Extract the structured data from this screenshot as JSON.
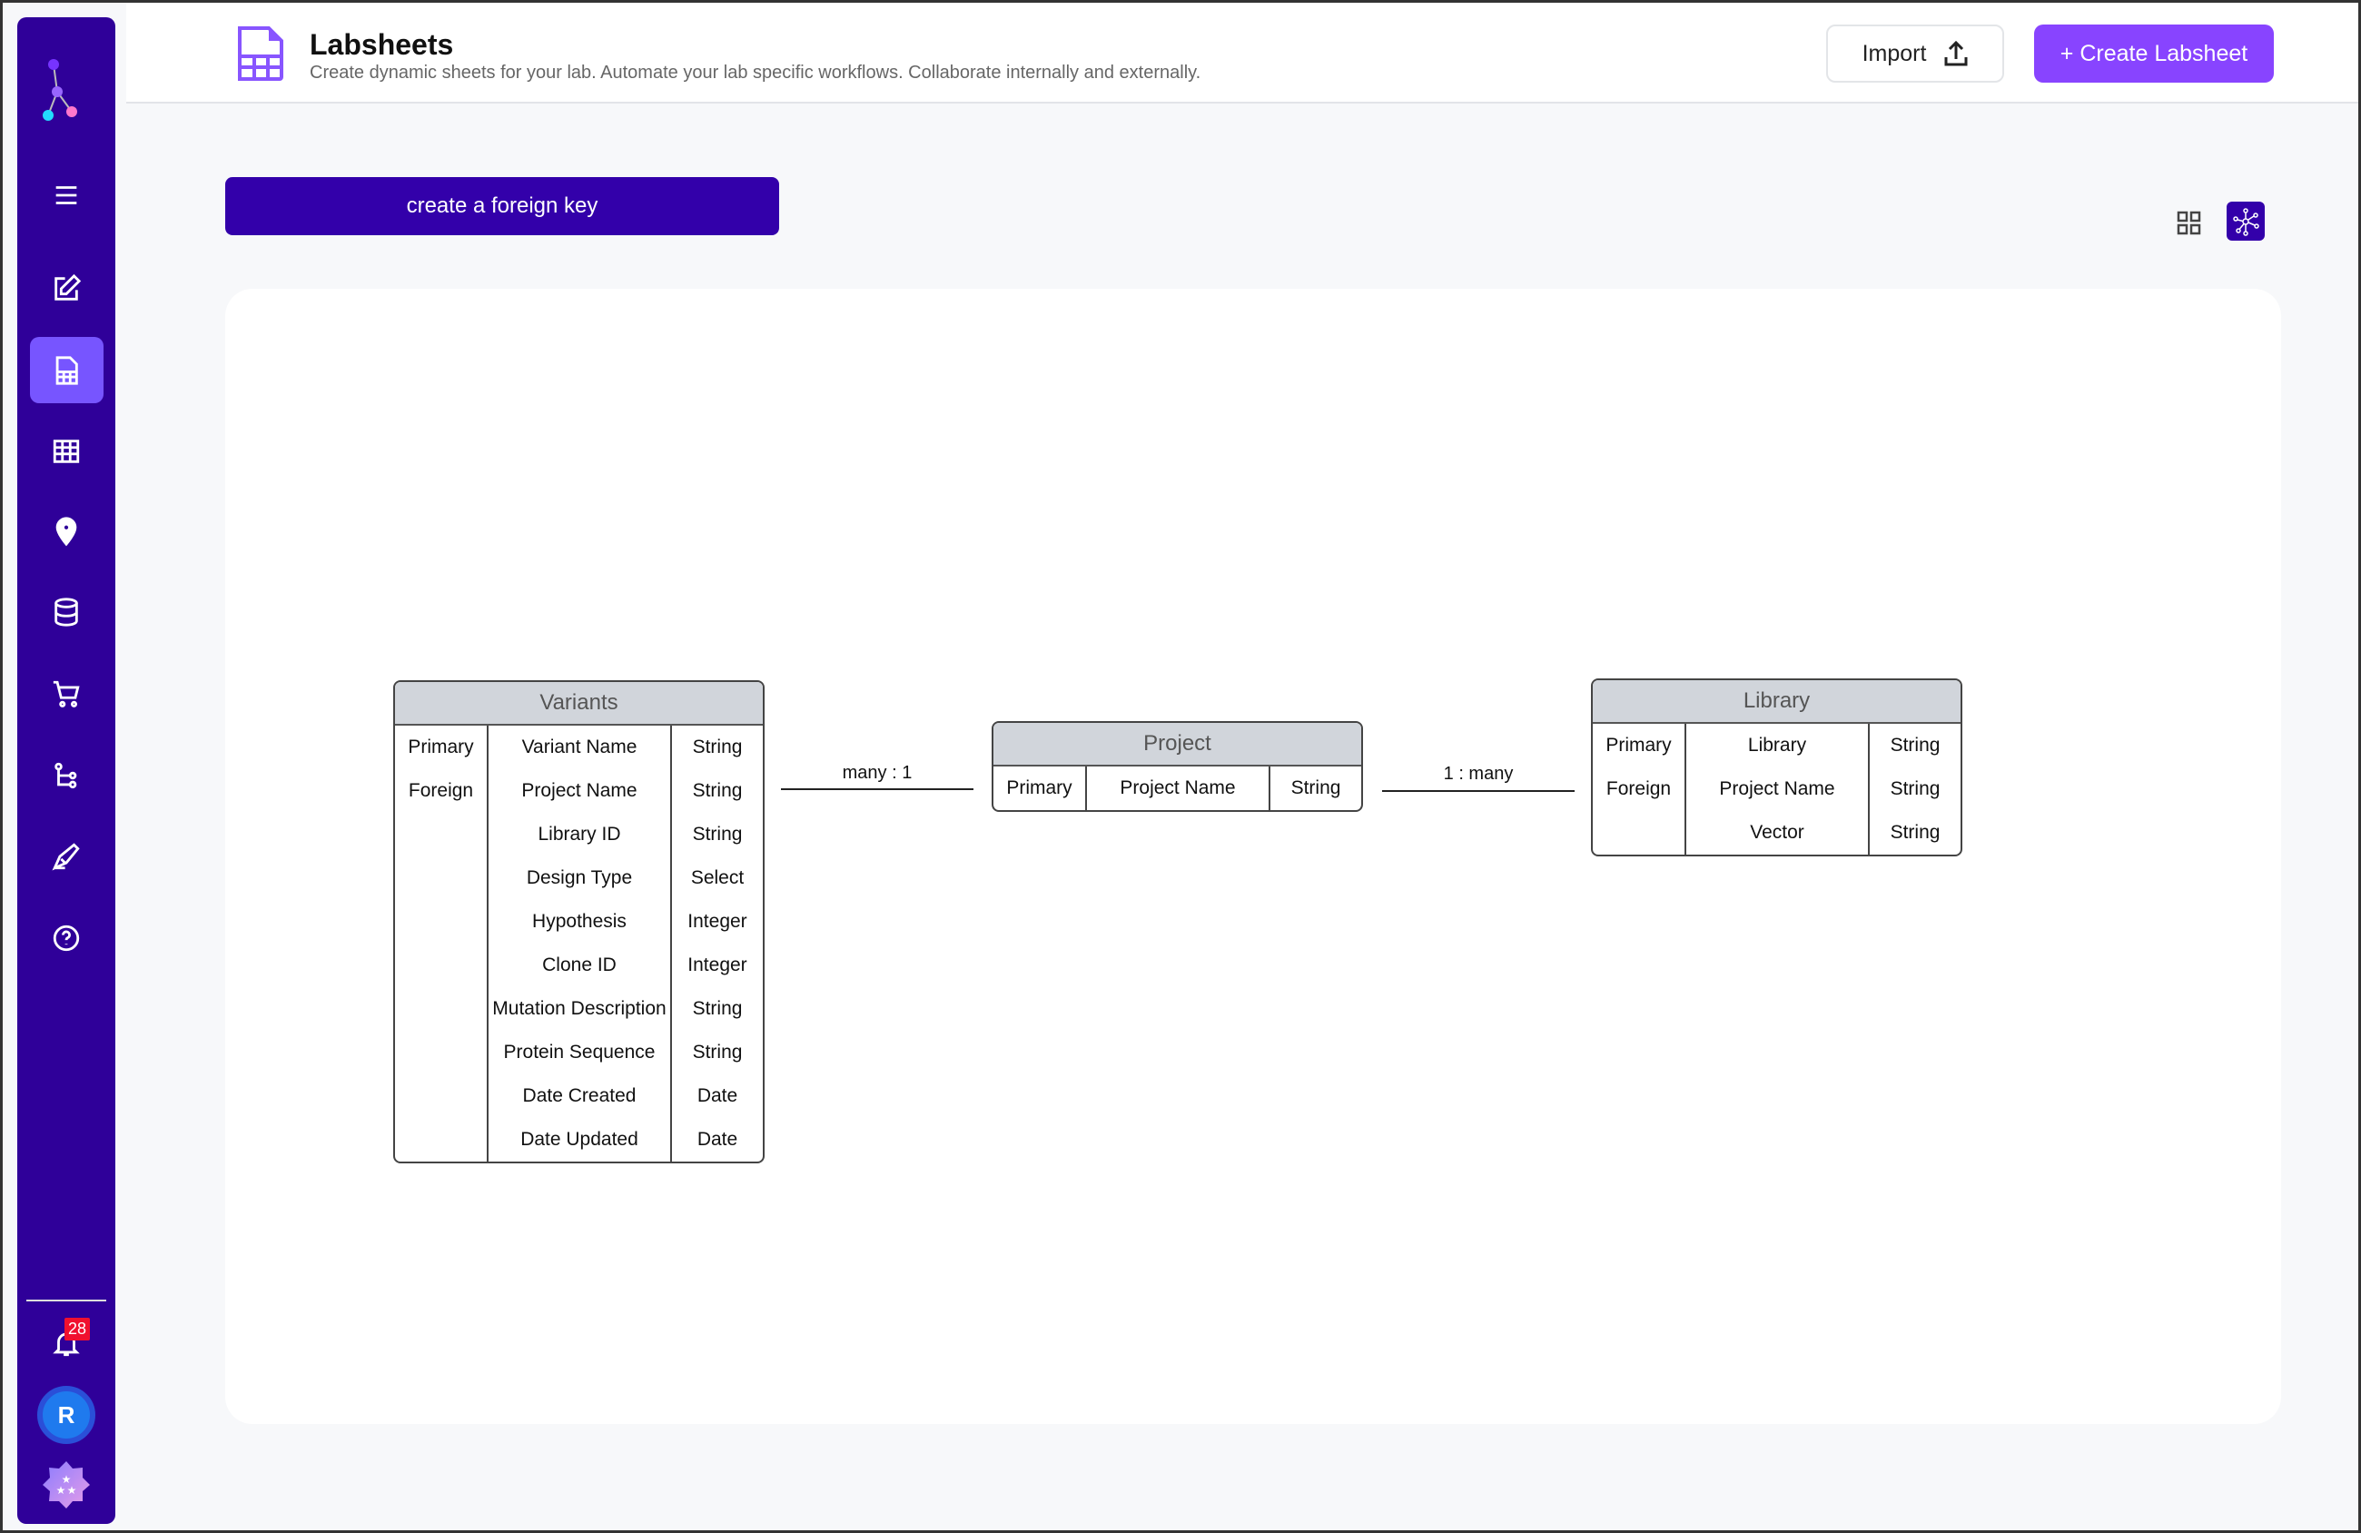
{
  "header": {
    "title": "Labsheets",
    "subtitle": "Create dynamic sheets for your lab. Automate your lab specific workflows. Collaborate internally and externally.",
    "import_label": "Import",
    "create_label": "+ Create Labsheet"
  },
  "toolbar": {
    "foreign_key_label": "create a foreign key"
  },
  "sidebar": {
    "items": [
      "menu-icon",
      "edit-icon",
      "labsheet-icon",
      "grid-icon",
      "location-icon",
      "database-icon",
      "cart-icon",
      "workflow-icon",
      "pen-icon",
      "help-icon"
    ],
    "active": "labsheet-icon",
    "notification_count": "28",
    "avatar_initial": "R"
  },
  "colors": {
    "sidebar": "#2f0099",
    "accent": "#8844ff",
    "active": "#7755ff",
    "badge": "#f0102f"
  },
  "tables": [
    {
      "name": "Variants",
      "keys": [
        "Primary",
        "Foreign"
      ],
      "fields": [
        "Variant Name",
        "Project Name",
        "Library ID",
        "Design Type",
        "Hypothesis",
        "Clone ID",
        "Mutation Description",
        "Protein Sequence",
        "Date Created",
        "Date Updated"
      ],
      "types": [
        "String",
        "String",
        "String",
        "Select",
        "Integer",
        "Integer",
        "String",
        "String",
        "Date",
        "Date"
      ]
    },
    {
      "name": "Project",
      "keys": [
        "Primary"
      ],
      "fields": [
        "Project Name"
      ],
      "types": [
        "String"
      ]
    },
    {
      "name": "Library",
      "keys": [
        "Primary",
        "Foreign"
      ],
      "fields": [
        "Library",
        "Project Name",
        "Vector"
      ],
      "types": [
        "String",
        "String",
        "String"
      ]
    }
  ],
  "relations": [
    {
      "label": "many : 1"
    },
    {
      "label": "1 : many"
    }
  ]
}
